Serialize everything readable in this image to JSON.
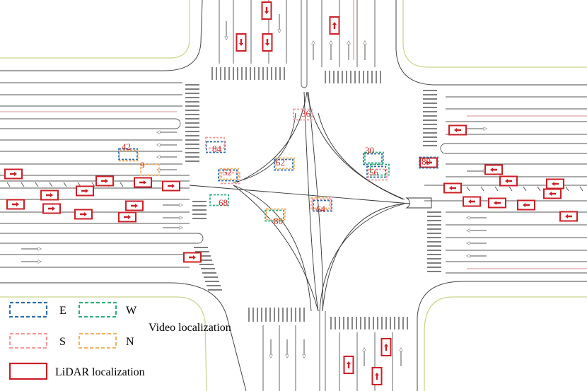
{
  "colors": {
    "E": "#2e6ea6",
    "W": "#2fae7e",
    "S": "#f29a9a",
    "N": "#f5b461",
    "lidar": "#cc1f26",
    "curb": "#c8d48a",
    "road": "#444444"
  },
  "legend": {
    "east": "E",
    "west": "W",
    "south": "S",
    "north": "N",
    "video_title": "Video localization",
    "lidar_title": "LiDAR localization"
  },
  "video_detections": [
    {
      "id": "36",
      "views": [
        "S"
      ]
    },
    {
      "id": "42",
      "views": [
        "E",
        "N"
      ]
    },
    {
      "id": "9",
      "views": [
        "N"
      ]
    },
    {
      "id": "84",
      "views": [
        "E",
        "S"
      ]
    },
    {
      "id": "52",
      "views": [
        "E",
        "N",
        "S"
      ]
    },
    {
      "id": "62",
      "views": [
        "E",
        "N"
      ]
    },
    {
      "id": "30",
      "views": [
        "E",
        "W"
      ]
    },
    {
      "id": "56",
      "views": [
        "E",
        "W",
        "S"
      ]
    },
    {
      "id": "89",
      "views": [
        "E"
      ]
    },
    {
      "id": "68",
      "views": [
        "W"
      ]
    },
    {
      "id": "80",
      "views": [
        "W",
        "N"
      ]
    },
    {
      "id": "64",
      "views": [
        "E",
        "S",
        "N"
      ]
    }
  ],
  "lidar_vehicles": [
    {
      "heading": "down"
    },
    {
      "heading": "down"
    },
    {
      "heading": "down"
    },
    {
      "heading": "up"
    },
    {
      "heading": "right"
    },
    {
      "heading": "right"
    },
    {
      "heading": "right"
    },
    {
      "heading": "right"
    },
    {
      "heading": "right"
    },
    {
      "heading": "right"
    },
    {
      "heading": "right"
    },
    {
      "heading": "right"
    },
    {
      "heading": "right"
    },
    {
      "heading": "right"
    },
    {
      "heading": "right"
    },
    {
      "heading": "right"
    },
    {
      "heading": "left"
    },
    {
      "heading": "left"
    },
    {
      "heading": "left"
    },
    {
      "heading": "left"
    },
    {
      "heading": "left"
    },
    {
      "heading": "left"
    },
    {
      "heading": "left"
    },
    {
      "heading": "left"
    },
    {
      "heading": "left"
    },
    {
      "heading": "left"
    },
    {
      "heading": "left"
    },
    {
      "heading": "up"
    },
    {
      "heading": "up"
    },
    {
      "heading": "up"
    }
  ]
}
